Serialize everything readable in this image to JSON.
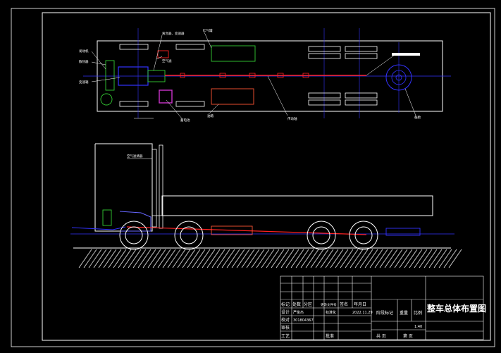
{
  "colors": {
    "background": "#000000",
    "frame": "#ffffff",
    "centerline": "#3333ff",
    "driveshaft": "#ff2222",
    "fuel_tank": "#ff5533",
    "battery": "#33cc33",
    "muffler": "#cc33cc",
    "cabin": "#6666ff"
  },
  "plan_view": {
    "callouts": [
      "发动机",
      "散热器",
      "变速箱",
      "离合器、变速器",
      "空气滤",
      "贮气罐",
      "传动轴",
      "油箱",
      "蓄电池",
      "备胎"
    ]
  },
  "side_view": {
    "callouts": [
      "空气滤清器"
    ]
  },
  "title_block": {
    "title": "整车总体布置图",
    "header": [
      "标记",
      "处数",
      "分区",
      "更改文件号",
      "签名",
      "年月日"
    ],
    "rows": [
      {
        "label": "设计",
        "name": "严俊杰",
        "std": "标准化"
      },
      {
        "label": "校对",
        "name": "301804367",
        "std": ""
      },
      {
        "label": "审核",
        "name": "",
        "std": ""
      },
      {
        "label": "工艺",
        "name": "",
        "std": "批准"
      }
    ],
    "date": "2022.11.29",
    "stage_label": "阶段标记",
    "weight_label": "重量",
    "scale_label": "比例",
    "scale": "1:40",
    "sheets_total": "共 页",
    "sheet_no": "第 页"
  }
}
